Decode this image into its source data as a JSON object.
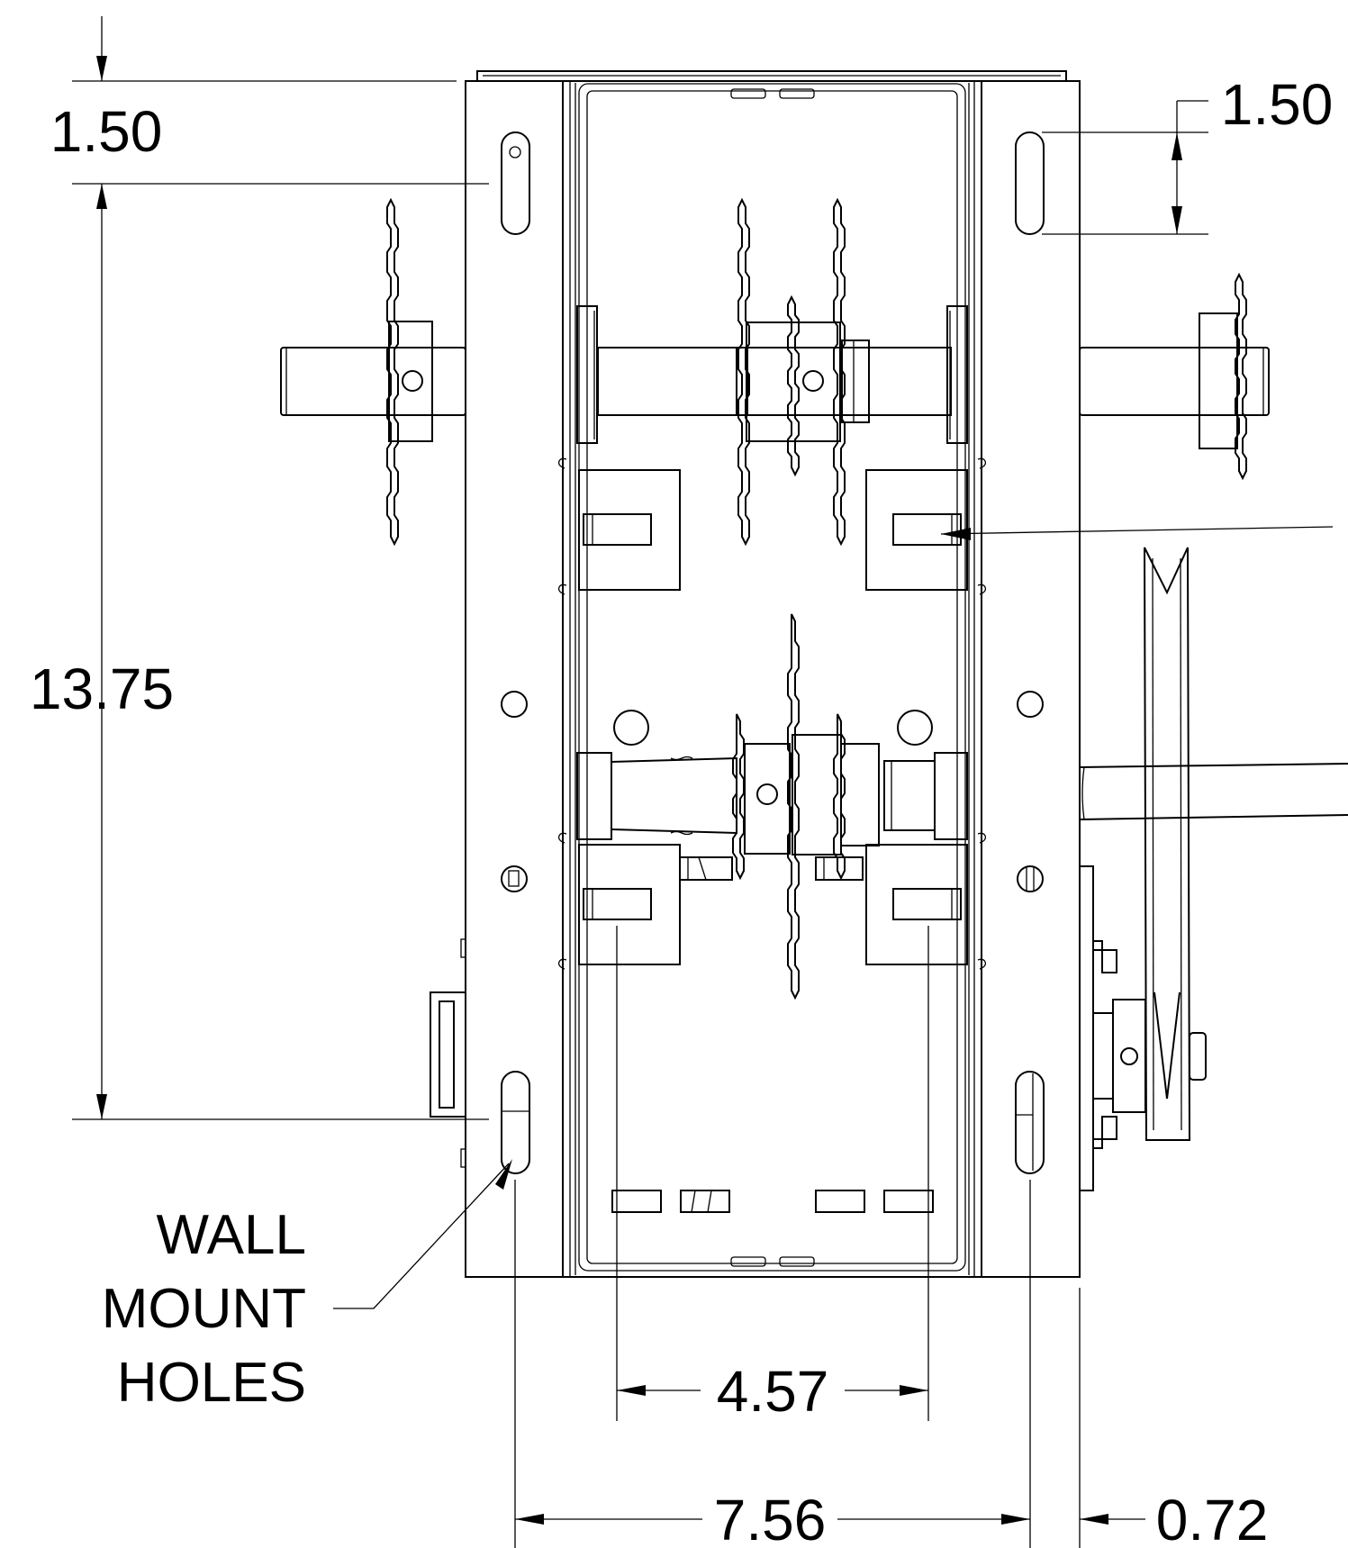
{
  "dimensions": {
    "top_left_offset": "1.50",
    "right_slot_length": "1.50",
    "vertical_hole_spacing": "13.75",
    "inner_spacing": "4.57",
    "hole_spacing": "7.56",
    "flange_offset": "0.72"
  },
  "callout": {
    "line1": "WALL",
    "line2": "MOUNT",
    "line3": "HOLES"
  }
}
